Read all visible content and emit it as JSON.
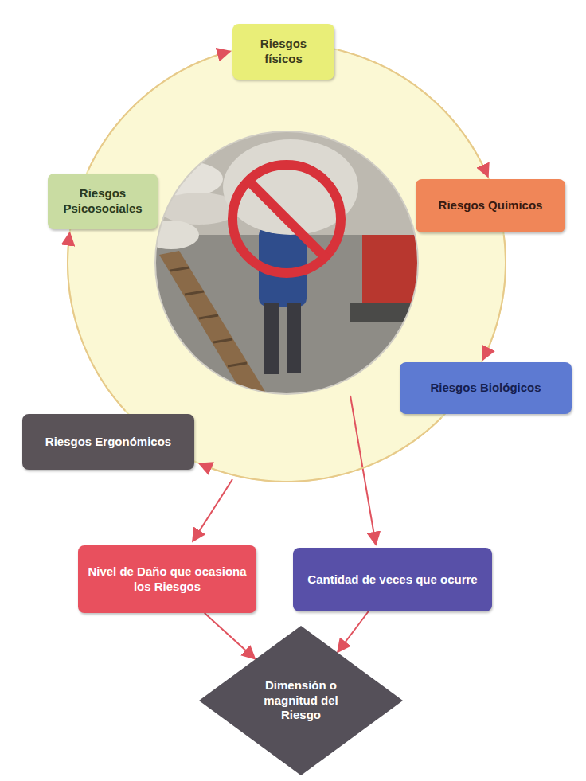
{
  "diagram": {
    "nodes": [
      {
        "text": [
          "Riesgos físicos"
        ]
      },
      {
        "text": [
          "Riesgos Químicos"
        ]
      },
      {
        "text": [
          "Riesgos Biológicos"
        ]
      },
      {
        "text": [
          "Riesgos Ergonómicos"
        ]
      },
      {
        "text": [
          "Riesgos Psicosociales"
        ]
      },
      {
        "text": [
          "Nivel de Daño que ocasiona los Riesgos"
        ]
      },
      {
        "text": [
          "Cantidad de veces que ocurre"
        ]
      },
      {
        "text": [
          "Dimensión o magnitud del Riesgo"
        ]
      }
    ],
    "edges": [
      {
        "from": 0,
        "to": 1,
        "arrow": "to"
      },
      {
        "from": 1,
        "to": 2,
        "arrow": "to"
      },
      {
        "from": 2,
        "to": 3,
        "arrow": "to"
      },
      {
        "from": 3,
        "to": 4,
        "arrow": "to"
      },
      {
        "from": 4,
        "to": 0,
        "arrow": "to"
      },
      {
        "from": 5,
        "to": 7,
        "arrow": "to"
      },
      {
        "from": 6,
        "to": 7,
        "arrow": "to"
      }
    ]
  }
}
